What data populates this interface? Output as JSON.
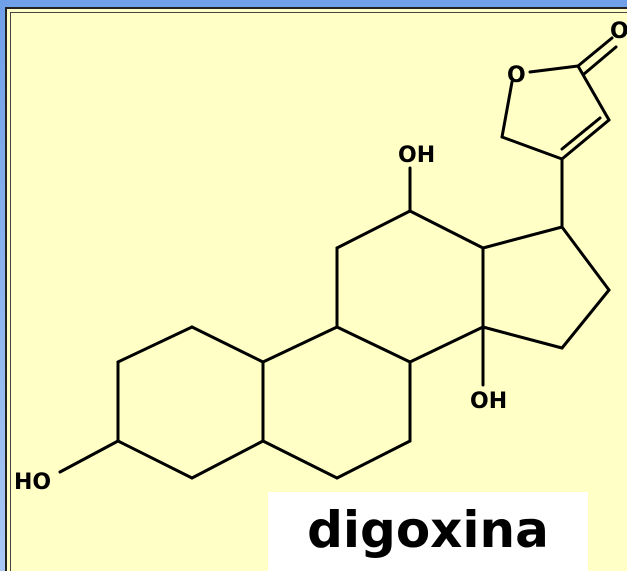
{
  "molecule": {
    "name": "digoxina",
    "labels": {
      "oh_top": "OH",
      "oh_middle": "OH",
      "ho_left": "HO",
      "ring_oxygen": "O",
      "carbonyl_oxygen": "O"
    }
  },
  "colors": {
    "background_outer": "#8fb8f0",
    "panel": "#ffffc6",
    "caption_bg": "#ffffff",
    "ink": "#000000"
  }
}
